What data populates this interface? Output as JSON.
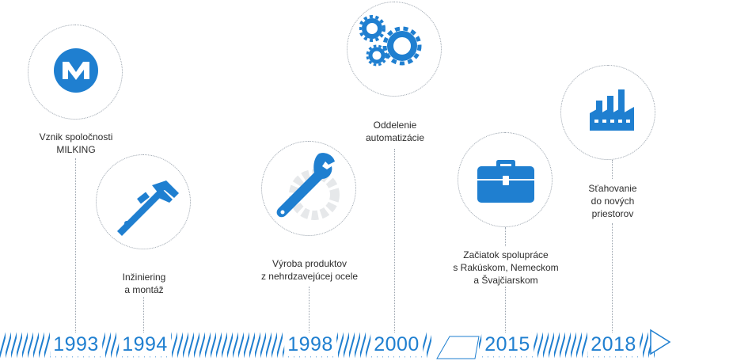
{
  "colors": {
    "accent": "#1f7fd0",
    "dots": "#9aa3ad",
    "text": "#2d2d2d"
  },
  "milestones": [
    {
      "year": "1993",
      "lines": [
        "Vznik spoločnosti",
        "MILKING"
      ],
      "icon": "milking-logo-icon"
    },
    {
      "year": "1994",
      "lines": [
        "Inžiniering",
        "a montáž"
      ],
      "icon": "caliper-icon"
    },
    {
      "year": "1998",
      "lines": [
        "Výroba produktov",
        "z nehrdzavejúcej ocele"
      ],
      "icon": "wrench-gear-icon"
    },
    {
      "year": "2000",
      "lines": [
        "Oddelenie",
        "automatizácie"
      ],
      "icon": "gears-icon"
    },
    {
      "year": "2015",
      "lines": [
        "Začiatok spolupráce",
        "s Rakúskom, Nemeckom",
        "a Švajčiarskom"
      ],
      "icon": "briefcase-icon"
    },
    {
      "year": "2018",
      "lines": [
        "Sťahovanie",
        "do nových",
        "priestorov"
      ],
      "icon": "factory-icon"
    }
  ]
}
